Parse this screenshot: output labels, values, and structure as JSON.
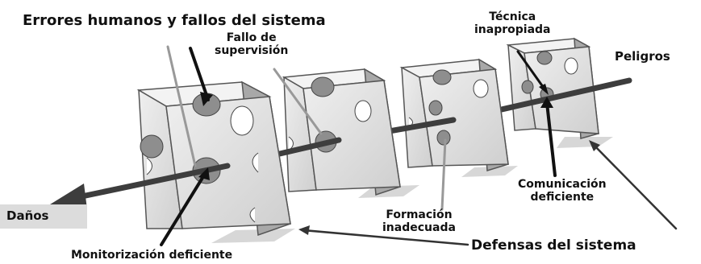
{
  "title": "Errores humanos y fallos del sistema",
  "labels": {
    "fallo_supervision": "Fallo de\nsupervisión",
    "tecnica_inapropiada": "Técnica\ninapropiada",
    "peligros": "Peligros",
    "danos": "Daños",
    "comunicacion_deficiente": "Comunicación\ndeficiente",
    "formacion_inadecuada": "Formación\ninadecuada",
    "defensas_sistema": "Defensas del sistema",
    "monitorizacion_deficiente": "Monitorización deficiente"
  },
  "colors": {
    "cheese_face": "#dcdcdc",
    "cheese_side": "#a9a9a9",
    "cheese_top": "#f2f2f2",
    "hole": "#8e8e8e",
    "arrow": "#3d3d3d"
  }
}
